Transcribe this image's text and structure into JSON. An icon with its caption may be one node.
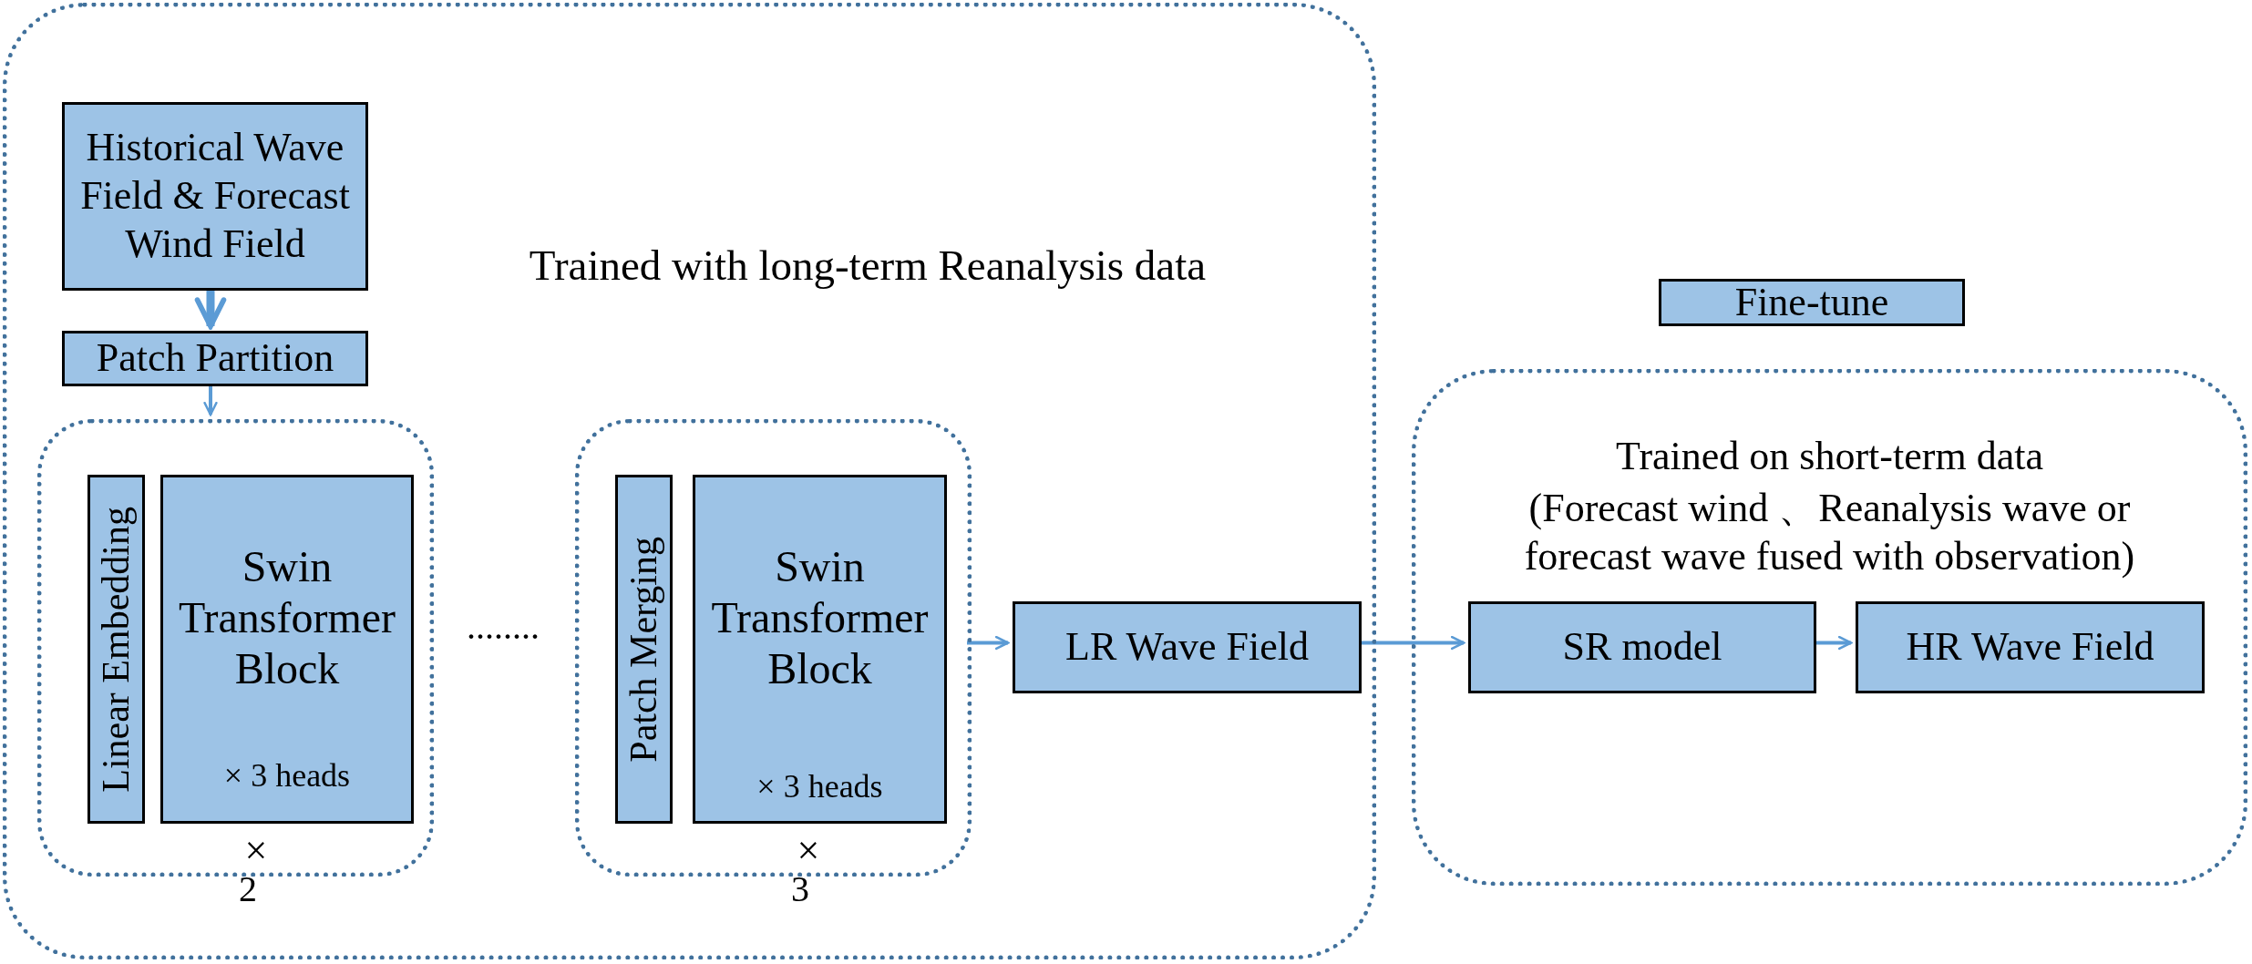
{
  "diagram": {
    "nodes": [
      {
        "text": [
          "Trained with long-term Reanalysis data"
        ]
      },
      {
        "text": [
          "Historical Wave Field & Forecast Wind Field"
        ],
        "in": 0
      },
      {
        "text": [
          "Patch Partition"
        ],
        "in": 0
      },
      {
        "text": [],
        "shape": "box",
        "in": 0,
        "beside": [
          "×",
          "2"
        ]
      },
      {
        "text": [
          "Linear Embedding"
        ],
        "in": 3
      },
      {
        "text": [
          "Swin Transformer Block",
          "× 3 heads"
        ],
        "in": 3
      },
      {
        "text": [],
        "shape": "box",
        "in": 0,
        "beside": [
          "×",
          "3"
        ]
      },
      {
        "text": [
          "Patch Merging"
        ],
        "in": 6
      },
      {
        "text": [
          "Swin Transformer Block",
          "× 3 heads"
        ],
        "in": 6
      },
      {
        "text": [
          "LR Wave Field"
        ],
        "in": 0
      },
      {
        "text": [
          "Fine-tune"
        ]
      },
      {
        "text": [
          "Trained on short-term data",
          "(Forecast wind 、Reanalysis wave or forecast wave fused with observation)"
        ]
      },
      {
        "text": [
          "SR model"
        ],
        "in": 11
      },
      {
        "text": [
          "HR Wave Field"
        ],
        "in": 11
      }
    ],
    "edges": [
      {
        "from": 1,
        "to": 2,
        "arrow": "to",
        "style": "thick"
      },
      {
        "from": 2,
        "to": 3,
        "arrow": "to"
      },
      {
        "from": 6,
        "to": 9,
        "arrow": "to"
      },
      {
        "from": 9,
        "to": 12,
        "arrow": "to"
      },
      {
        "from": 12,
        "to": 13,
        "arrow": "to"
      }
    ],
    "labels": [
      "........"
    ]
  }
}
